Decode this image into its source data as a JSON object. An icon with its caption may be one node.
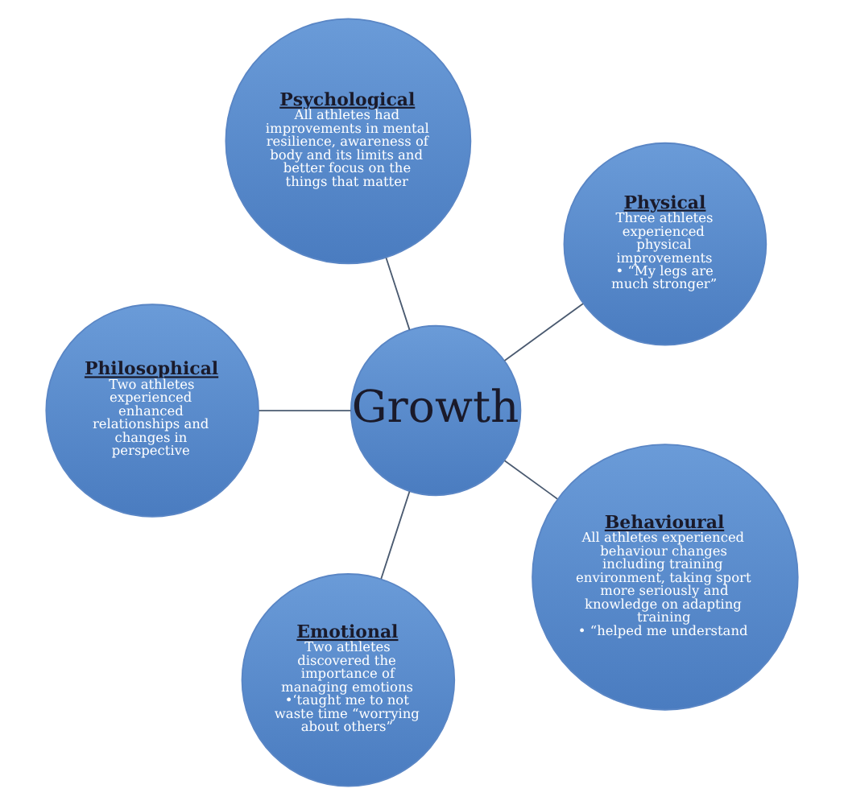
{
  "diagram": {
    "nodes": [
      {
        "text": [
          "Physical",
          "Three athletes experienced physical improvements",
          "• “My legs are much stronger”"
        ]
      },
      {
        "text": [
          "Psychological",
          "All athletes had improvements in mental resilience, awareness of body and its limits and better focus on the things that matter"
        ]
      },
      {
        "text": [
          "Growth"
        ]
      },
      {
        "text": [
          "Philosophical",
          "Two athletes experienced enhanced relationships and changes in perspective"
        ]
      },
      {
        "text": [
          "Emotional",
          "Two athletes discovered the importance of managing emotions",
          "•‘taught me to not waste time “worrying about others”"
        ]
      },
      {
        "text": [
          "Behavioural",
          "All athletes experienced behaviour changes including training environment, taking sport more seriously and knowledge on adapting training",
          "• “helped me understand"
        ]
      }
    ],
    "edges": [
      {
        "from": 2,
        "to": 0,
        "arrow": "none"
      },
      {
        "from": 2,
        "to": 3,
        "arrow": "none"
      },
      {
        "from": 2,
        "to": 5,
        "arrow": "none"
      },
      {
        "from": 2,
        "to": 4,
        "arrow": "none"
      },
      {
        "from": 2,
        "to": 1,
        "arrow": "none"
      }
    ]
  }
}
